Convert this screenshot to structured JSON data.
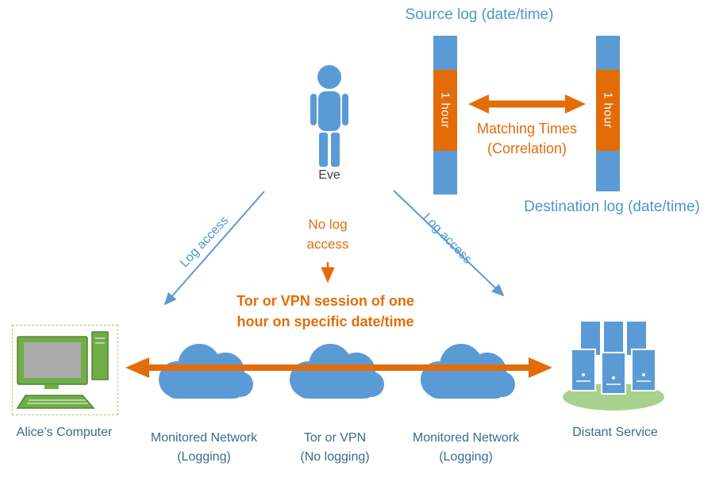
{
  "colors": {
    "blue": "#5B9BD5",
    "orange": "#E36C09",
    "green": "#70AD47",
    "light_green": "#A9D18E",
    "label_blue": "#4A97CE",
    "label_slate": "#3A6B8F"
  },
  "timeline": {
    "source_log_label": "Source log (date/time)",
    "destination_log_label": "Destination log (date/time)",
    "source_duration_label": "1 hour",
    "destination_duration_label": "1 hour",
    "matching_line1": "Matching Times",
    "matching_line2": "(Correlation)"
  },
  "eve": {
    "label": "Eve",
    "left_access_label": "Log access",
    "right_access_label": "Log access",
    "no_access_line1": "No log",
    "no_access_line2": "access"
  },
  "session_note": {
    "line1": "Tor or VPN session of one",
    "line2": "hour on specific date/time"
  },
  "bottom": {
    "alice_label": "Alice’s Computer",
    "distant_label": "Distant Service",
    "network_labels": [
      {
        "line1": "Monitored Network",
        "line2": "(Logging)"
      },
      {
        "line1": "Tor or VPN",
        "line2": "(No logging)"
      },
      {
        "line1": "Monitored Network",
        "line2": "(Logging)"
      }
    ]
  }
}
